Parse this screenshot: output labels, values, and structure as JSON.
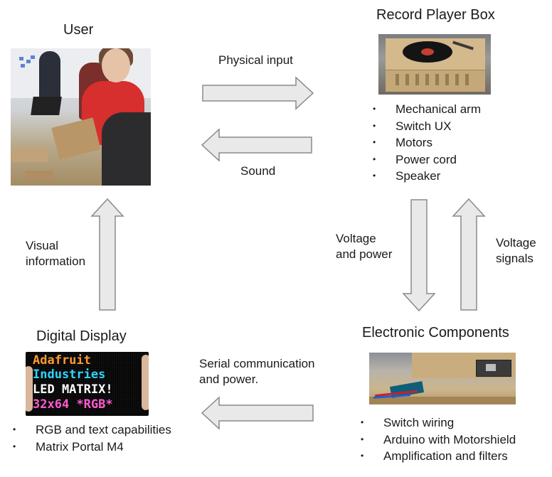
{
  "user": {
    "title": "User"
  },
  "record_player": {
    "title": "Record Player Box",
    "items": [
      "Mechanical arm",
      "Switch UX",
      "Motors",
      "Power cord",
      "Speaker"
    ]
  },
  "digital_display": {
    "title": "Digital Display",
    "items": [
      "RGB and text capabilities",
      "Matrix Portal M4"
    ],
    "led_lines": [
      "Adafruit",
      "Industries",
      "LED MATRIX!",
      "32x64 *RGB*"
    ]
  },
  "electronic_components": {
    "title": "Electronic Components",
    "items": [
      "Switch wiring",
      "Arduino with Motorshield",
      "Amplification and filters"
    ]
  },
  "flows": {
    "physical_input": "Physical input",
    "sound": "Sound",
    "voltage_power": [
      "Voltage",
      "and power"
    ],
    "voltage_signals": [
      "Voltage",
      "signals"
    ],
    "visual_information": [
      "Visual",
      "information"
    ],
    "serial": [
      "Serial communication",
      "and power."
    ]
  },
  "colors": {
    "arrow_fill": "#e9e9e9",
    "arrow_stroke": "#8a8a8a",
    "text": "#1a1a1a"
  }
}
